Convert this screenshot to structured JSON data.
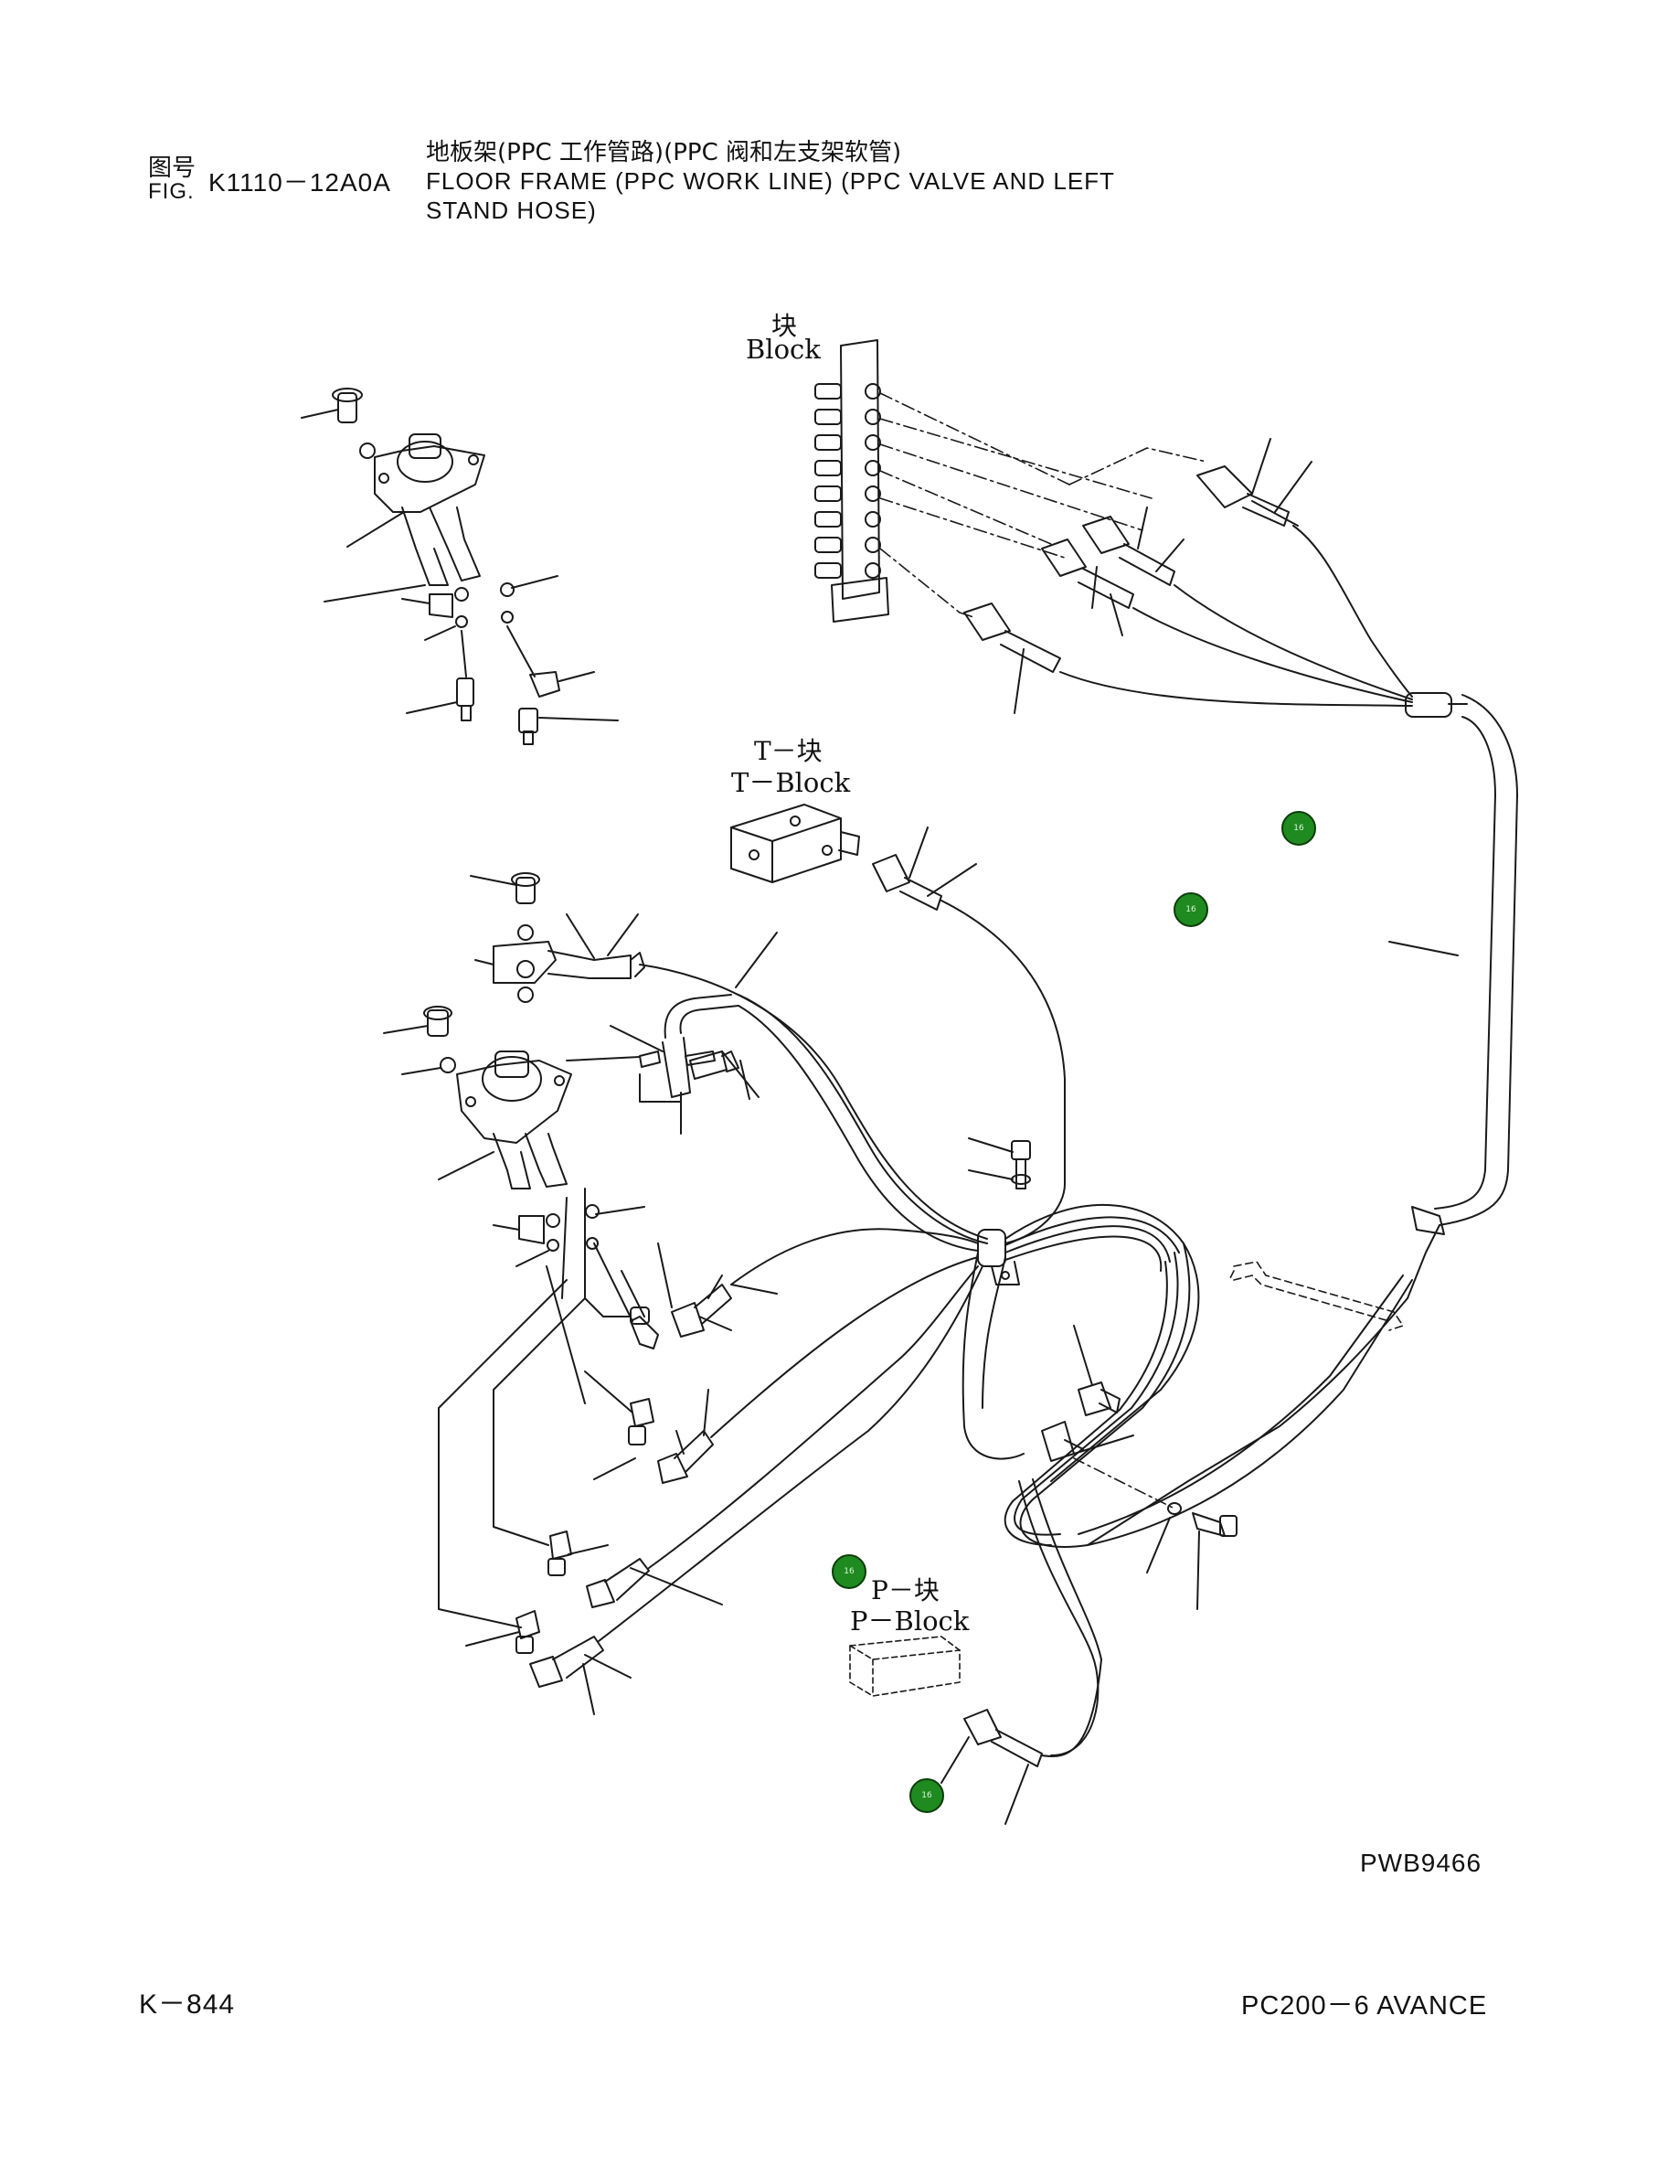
{
  "header": {
    "fig_cn": "图号",
    "fig_en": "FIG.",
    "fig_number": "K1110－12A0A",
    "title_cn": "地板架(PPC 工作管路)(PPC 阀和左支架软管)",
    "title_en_line1": "FLOOR FRAME (PPC WORK LINE) (PPC VALVE AND LEFT",
    "title_en_line2": "STAND HOSE)"
  },
  "labels": {
    "block_cn": "块",
    "block_en": "Block",
    "tblock_cn": "T－块",
    "tblock_en": "T－Block",
    "pblock_cn": "P－块",
    "pblock_en": "P－Block"
  },
  "drawing_code": "PWB9466",
  "footer": {
    "page": "K－844",
    "model": "PC200－6 AVANCE"
  },
  "badges": [
    {
      "text": "16"
    },
    {
      "text": "16"
    },
    {
      "text": "16"
    },
    {
      "text": "16"
    }
  ],
  "colors": {
    "badge_fill": "#1f8a1f",
    "line": "#1a1a1a"
  }
}
